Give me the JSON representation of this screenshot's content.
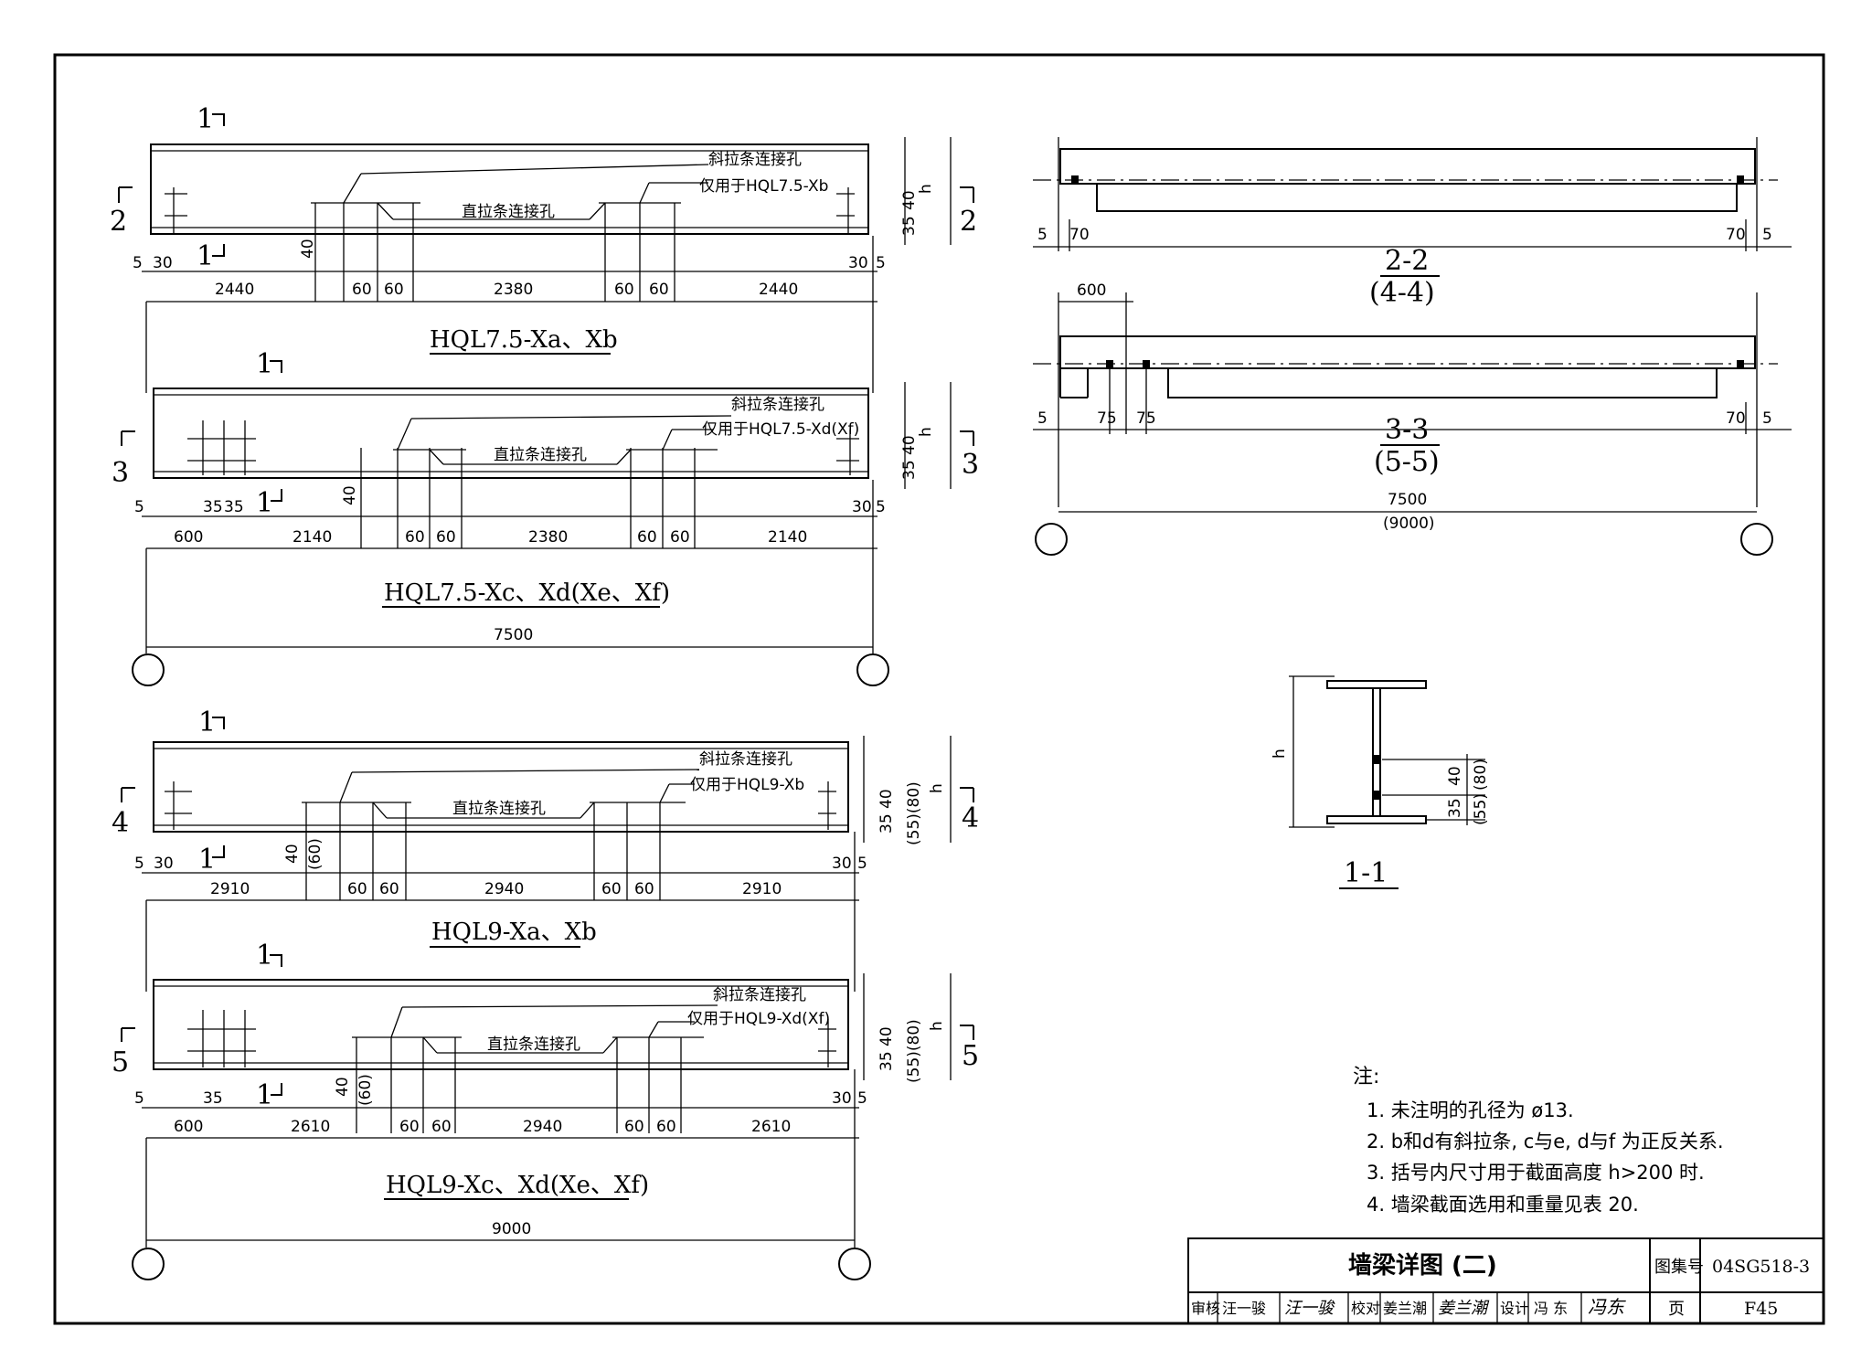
{
  "beams": [
    {
      "title": "HQL7.5-Xa、Xb",
      "section_ref": "2",
      "callout_oblique": "斜拉条连接孔",
      "callout_oblique_note": "仅用于HQL7.5-Xb",
      "callout_straight": "直拉条连接孔",
      "dims_bottom": [
        "2440",
        "60",
        "60",
        "2380",
        "60",
        "60",
        "2440"
      ],
      "end_left": [
        "5",
        "30"
      ],
      "end_right": [
        "30",
        "5"
      ],
      "side_dims": [
        "40",
        "35"
      ],
      "hole_dim": "40",
      "h": "h",
      "section_marker": "1",
      "total": ""
    },
    {
      "title": "HQL7.5-Xc、Xd(Xe、Xf)",
      "section_ref": "3",
      "callout_oblique": "斜拉条连接孔",
      "callout_oblique_note": "仅用于HQL7.5-Xd(Xf)",
      "callout_straight": "直拉条连接孔",
      "dims_bottom": [
        "600",
        "2140",
        "60",
        "60",
        "2380",
        "60",
        "60",
        "2140"
      ],
      "end_left": [
        "5",
        "35",
        "35"
      ],
      "end_right": [
        "30",
        "5"
      ],
      "side_dims": [
        "40",
        "35"
      ],
      "hole_dim": "40",
      "h": "h",
      "section_marker": "1",
      "total": "7500"
    },
    {
      "title": "HQL9-Xa、Xb",
      "section_ref": "4",
      "callout_oblique": "斜拉条连接孔",
      "callout_oblique_note": "仅用于HQL9-Xb",
      "callout_straight": "直拉条连接孔",
      "dims_bottom": [
        "2910",
        "60",
        "60",
        "2940",
        "60",
        "60",
        "2910"
      ],
      "end_left": [
        "5",
        "30"
      ],
      "end_right": [
        "30",
        "5"
      ],
      "side_dims": [
        "40",
        "35",
        "(55)(80)"
      ],
      "hole_dim": "40",
      "hole_dim_alt": "(60)",
      "h": "h",
      "section_marker": "1",
      "total": ""
    },
    {
      "title": "HQL9-Xc、Xd(Xe、Xf)",
      "section_ref": "5",
      "callout_oblique": "斜拉条连接孔",
      "callout_oblique_note": "仅用于HQL9-Xd(Xf)",
      "callout_straight": "直拉条连接孔",
      "dims_bottom": [
        "600",
        "2610",
        "60",
        "60",
        "2940",
        "60",
        "60",
        "2610"
      ],
      "end_left": [
        "5",
        "35"
      ],
      "end_right": [
        "30",
        "5"
      ],
      "side_dims": [
        "40",
        "35",
        "(55)(80)"
      ],
      "hole_dim": "40",
      "hole_dim_alt": "(60)",
      "h": "h",
      "section_marker": "1",
      "total": "9000"
    }
  ],
  "sections": {
    "s22": {
      "label": "2-2",
      "label_alt": "(4-4)",
      "dims": [
        "5",
        "70",
        "70",
        "5"
      ]
    },
    "s33": {
      "label": "3-3",
      "label_alt": "(5-5)",
      "dims_top": "600",
      "dims": [
        "5",
        "75",
        "75",
        "70",
        "5"
      ],
      "total": "7500",
      "total_alt": "(9000)"
    },
    "s11": {
      "label": "1-1",
      "h": "h",
      "dims": [
        "40",
        "(80)",
        "35",
        "(55)"
      ]
    }
  },
  "notes": {
    "heading": "注:",
    "items": [
      "1. 未注明的孔径为 ø13.",
      "2. b和d有斜拉条, c与e, d与f 为正反关系.",
      "3. 括号内尺寸用于截面高度 h>200 时.",
      "4. 墙梁截面选用和重量见表 20."
    ]
  },
  "titleblock": {
    "drawing_title": "墙梁详图 (二)",
    "atlas_label": "图集号",
    "atlas_no": "04SG518-3",
    "page_label": "页",
    "page_no": "F45",
    "roles": [
      "审核",
      "汪一骏",
      "校对",
      "姜兰潮",
      "设计",
      "冯 东"
    ],
    "signatures": [
      "汪一骏",
      "姜兰潮",
      "冯东"
    ]
  }
}
